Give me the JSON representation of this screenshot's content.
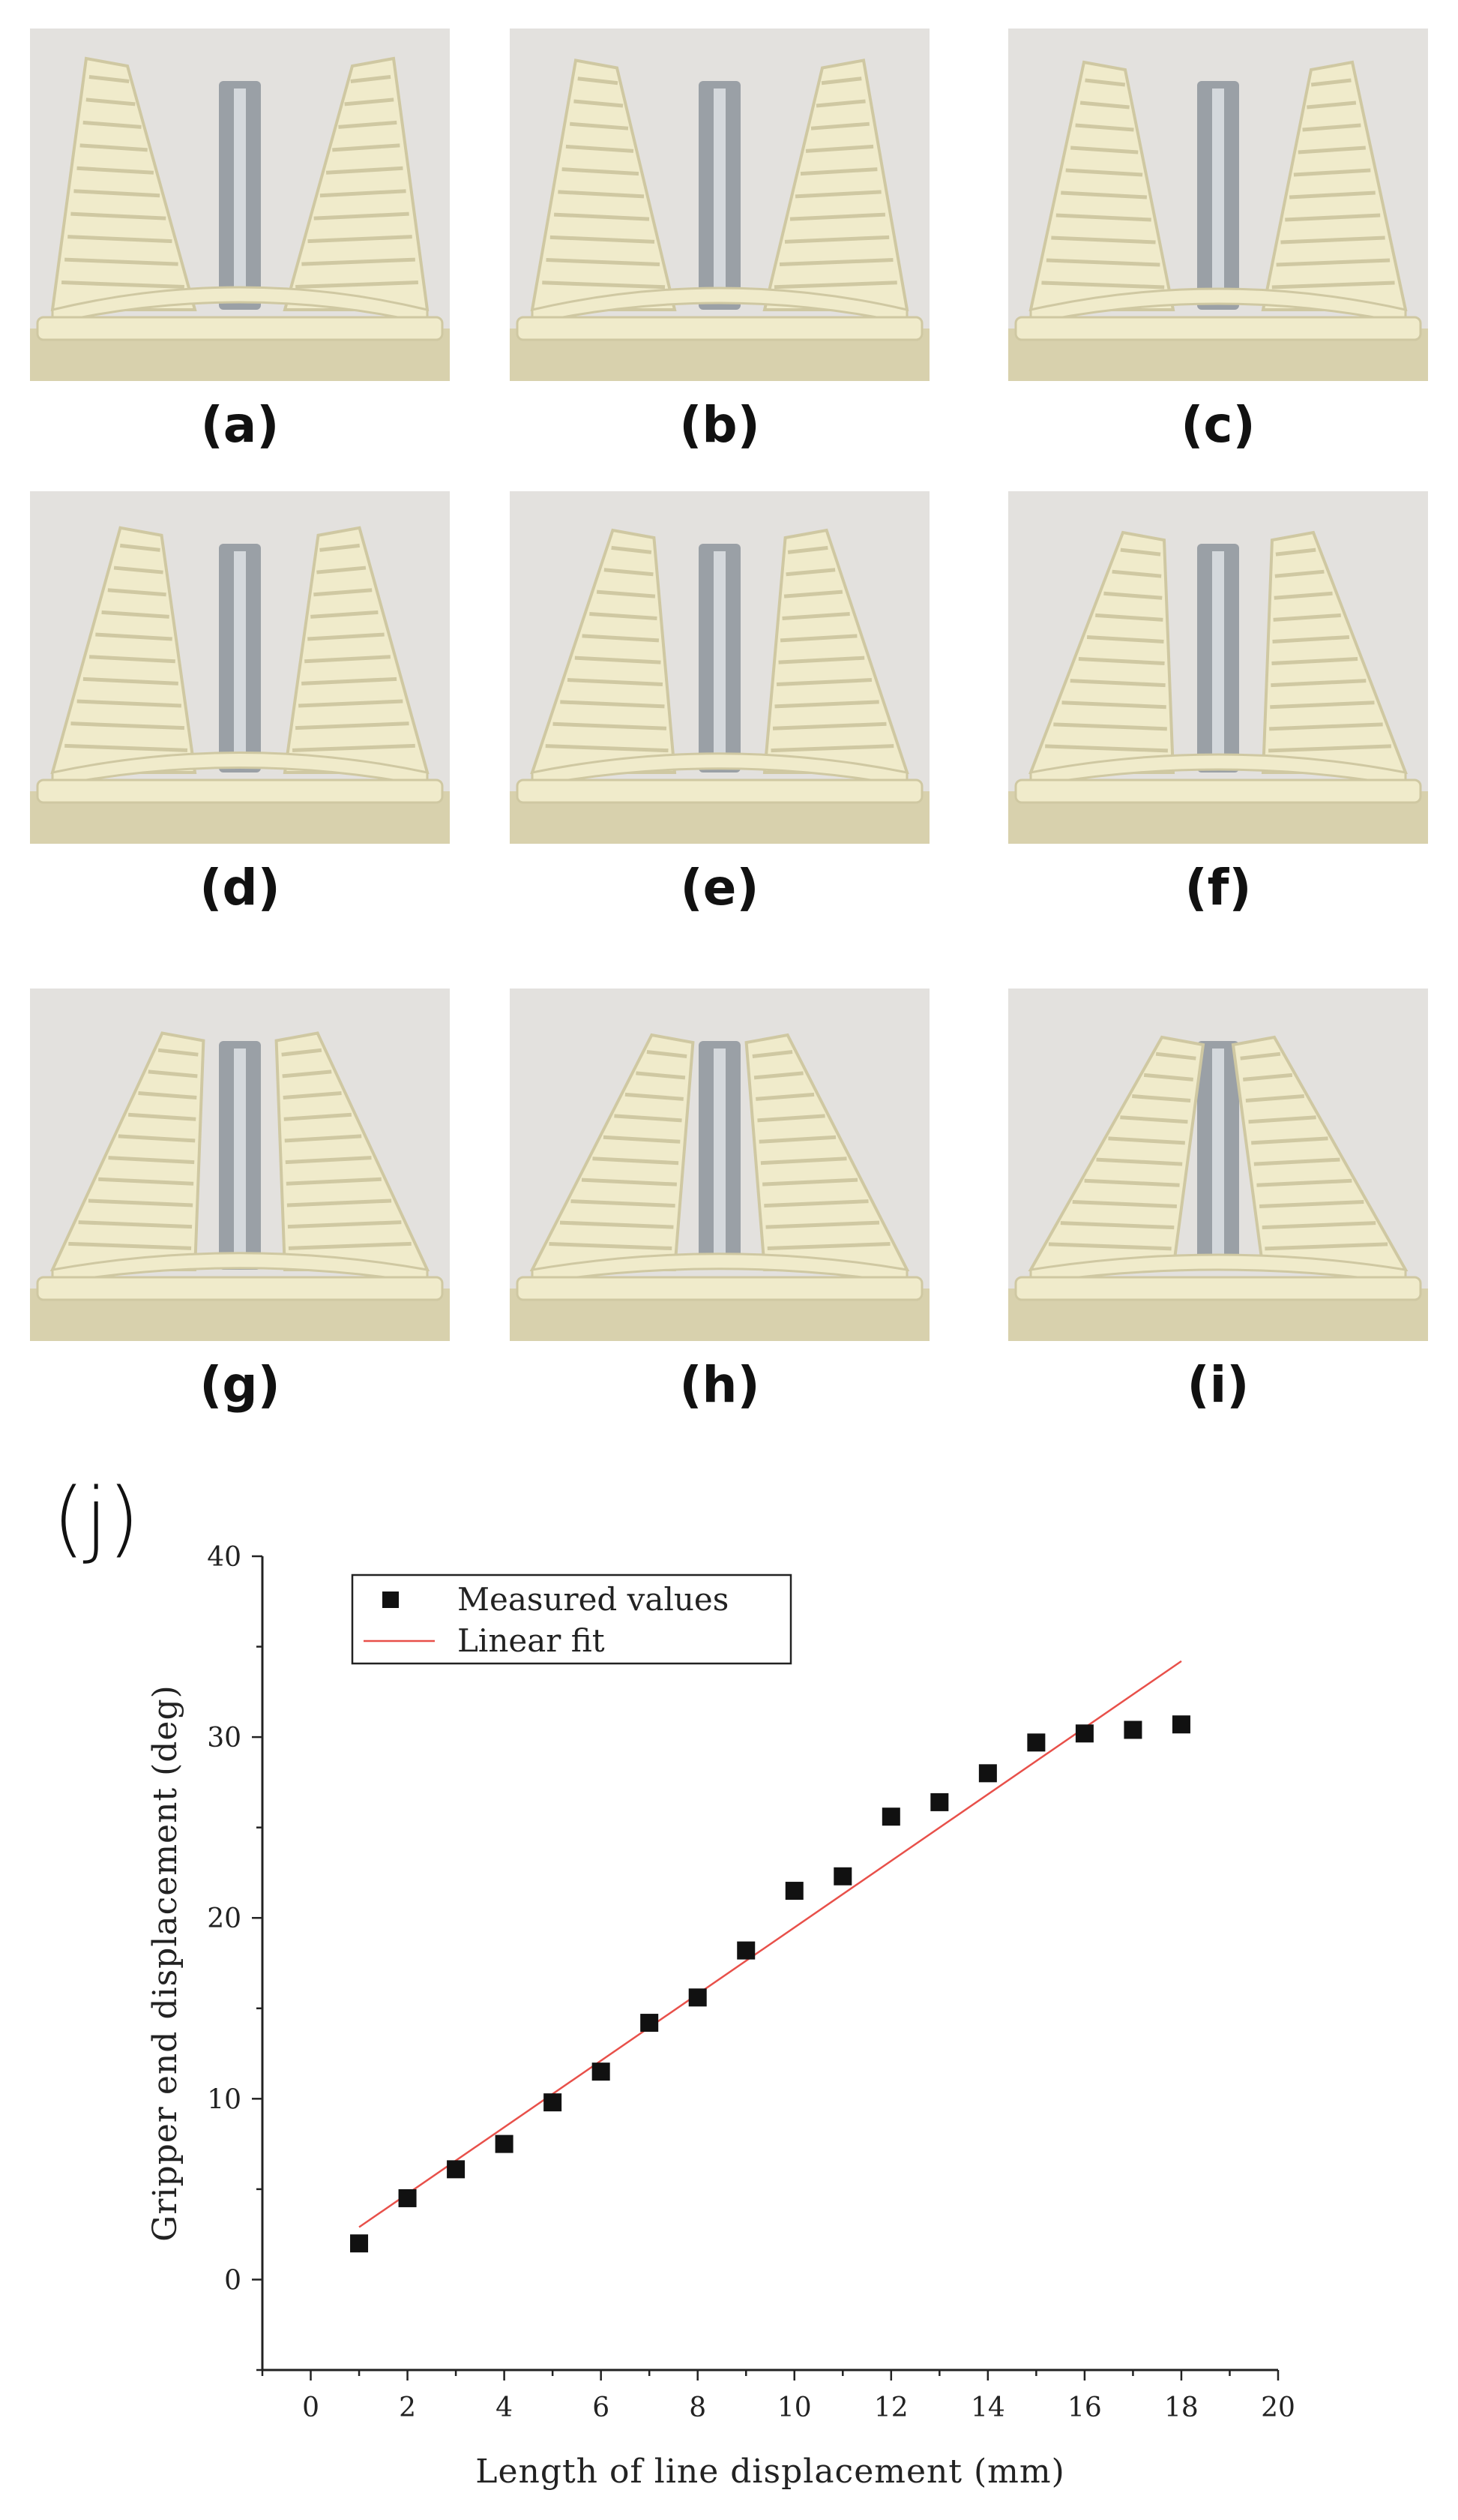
{
  "panels": [
    {
      "id": "a",
      "label": "(a)",
      "open": 0.0
    },
    {
      "id": "b",
      "label": "(b)",
      "open": 0.1
    },
    {
      "id": "c",
      "label": "(c)",
      "open": 0.2
    },
    {
      "id": "d",
      "label": "(d)",
      "open": 0.35
    },
    {
      "id": "e",
      "label": "(e)",
      "open": 0.48
    },
    {
      "id": "f",
      "label": "(f)",
      "open": 0.6
    },
    {
      "id": "g",
      "label": "(g)",
      "open": 0.78
    },
    {
      "id": "h",
      "label": "(h)",
      "open": 0.88
    },
    {
      "id": "i",
      "label": "(i)",
      "open": 1.0
    }
  ],
  "colors": {
    "background_wall": "#e3e1de",
    "gripper_body": "#f0ebcb",
    "gripper_shadow": "#cfc8a2",
    "cylinder": "#9aa0a6",
    "base": "#d8d1ad",
    "marker": "#111111",
    "fit_line": "#e8504a"
  },
  "chart_label": "(j)",
  "chart_data": {
    "type": "scatter",
    "xlabel": "Length of line displacement (mm)",
    "ylabel": "Gripper end displacement (deg)",
    "xlim": [
      -1,
      20
    ],
    "ylim": [
      -5,
      40
    ],
    "xticks": [
      0,
      2,
      4,
      6,
      8,
      10,
      12,
      14,
      16,
      18,
      20
    ],
    "yticks": [
      0,
      10,
      20,
      30,
      40
    ],
    "grid": false,
    "legend_position": "top-left",
    "series": [
      {
        "name": "Measured values",
        "kind": "markers",
        "x": [
          1,
          2,
          3,
          4,
          5,
          6,
          7,
          8,
          9,
          10,
          11,
          12,
          13,
          14,
          15,
          16,
          17,
          18
        ],
        "y": [
          2.0,
          4.5,
          6.1,
          7.5,
          9.8,
          11.5,
          14.2,
          15.6,
          18.2,
          21.5,
          22.3,
          25.6,
          26.4,
          28.0,
          29.7,
          30.2,
          30.4,
          30.7
        ]
      },
      {
        "name": "Linear fit",
        "kind": "line",
        "x": [
          1,
          18
        ],
        "y": [
          2.9,
          34.2
        ]
      }
    ]
  }
}
